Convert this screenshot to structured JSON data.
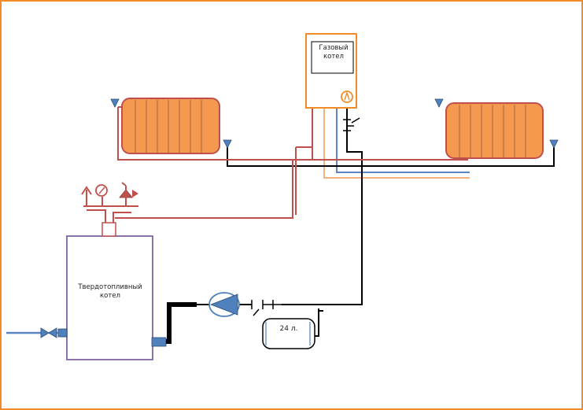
{
  "labels": {
    "gas_boiler": "Газовый котел",
    "solid_fuel_boiler": "Твердотопливный котел",
    "expansion_tank": "24 л."
  },
  "colors": {
    "frame": "#f28c28",
    "radiator_fill": "#f5994e",
    "radiator_stroke": "#c0504d",
    "supply_pipe": "#c0504d",
    "return_pipe": "#000000",
    "cold_pipe_blue": "#5b86c5",
    "cold_pipe_orange": "#f5b27a",
    "boiler_body_stroke": "#8064a2",
    "fitting_blue": "#4f81bd"
  },
  "icons": [
    "air-vent-icon",
    "pressure-gauge-icon",
    "safety-valve-icon",
    "pump-icon",
    "ball-valve-icon",
    "check-valve-icon",
    "burner-flame-icon"
  ]
}
